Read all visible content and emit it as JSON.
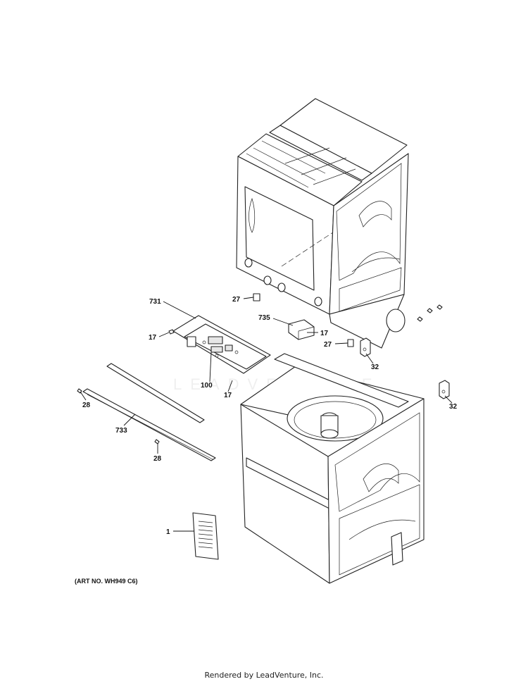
{
  "callouts": {
    "c731": "731",
    "c17a": "17",
    "c100": "100",
    "c17b": "17",
    "c17c": "17",
    "c735": "735",
    "c27a": "27",
    "c27b": "27",
    "c32a": "32",
    "c32b": "32",
    "c28a": "28",
    "c733": "733",
    "c28b": "28",
    "c1": "1"
  },
  "art_number": "(ART NO. WH949 C6)",
  "footer": "Rendered by LeadVenture, Inc.",
  "watermark": "LEADVENTURE"
}
